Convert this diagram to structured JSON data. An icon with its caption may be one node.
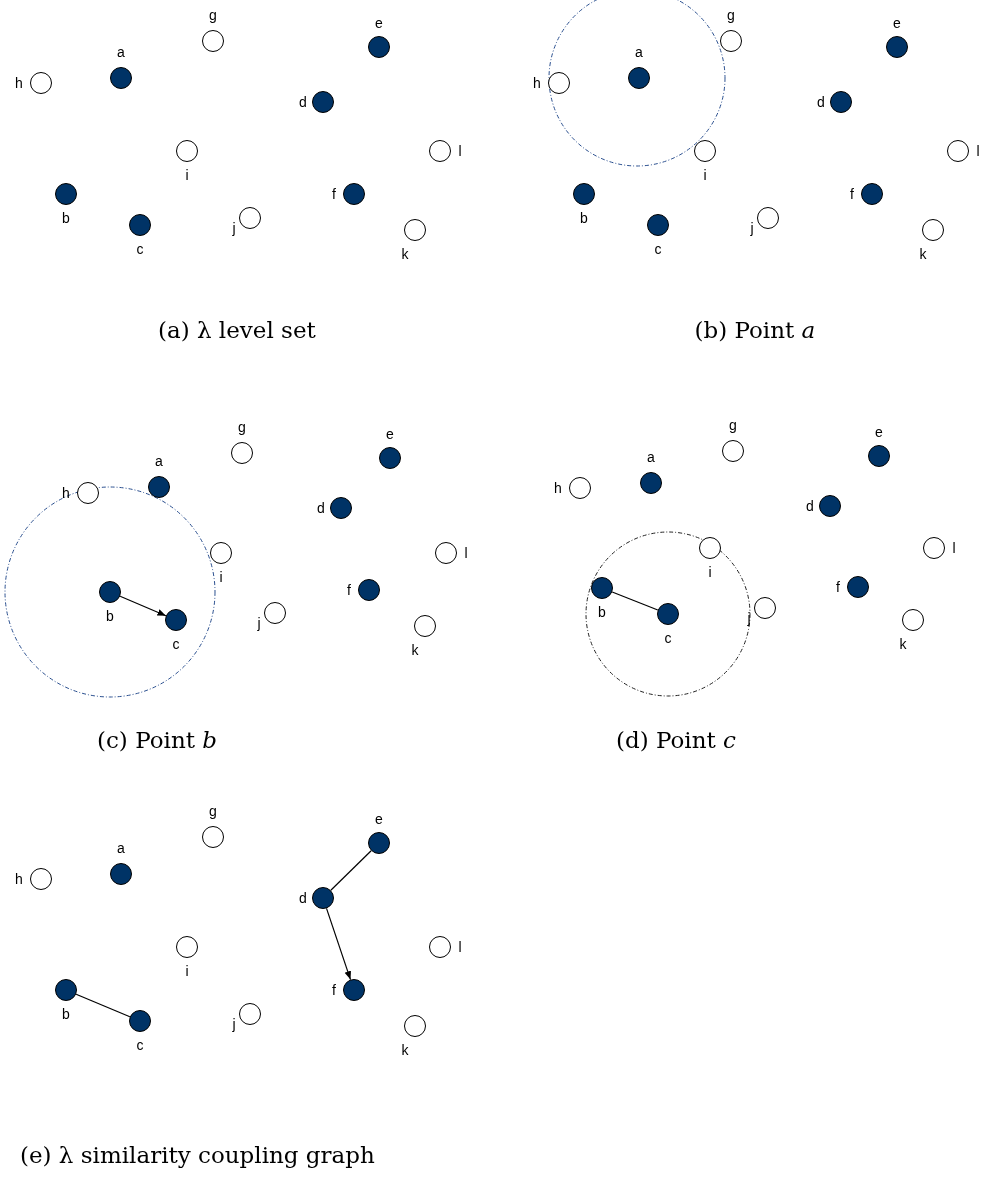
{
  "diagram": {
    "nodes": [
      {
        "text": [],
        "shape": "circle",
        "beside": [
          "a"
        ]
      },
      {
        "text": [],
        "shape": "circle",
        "beside": [
          "b"
        ]
      },
      {
        "text": [],
        "shape": "circle",
        "beside": [
          "c"
        ]
      },
      {
        "text": [],
        "shape": "circle",
        "beside": [
          "d"
        ]
      },
      {
        "text": [],
        "shape": "circle",
        "beside": [
          "e"
        ]
      },
      {
        "text": [],
        "shape": "circle",
        "beside": [
          "f"
        ]
      },
      {
        "text": [],
        "shape": "circle",
        "beside": [
          "g"
        ]
      },
      {
        "text": [],
        "shape": "circle",
        "beside": [
          "h"
        ]
      },
      {
        "text": [],
        "shape": "circle",
        "beside": [
          "i"
        ]
      },
      {
        "text": [],
        "shape": "circle",
        "beside": [
          "j"
        ]
      },
      {
        "text": [],
        "shape": "circle",
        "beside": [
          "k"
        ]
      },
      {
        "text": [],
        "shape": "circle",
        "beside": [
          "l"
        ]
      },
      {
        "text": [],
        "shape": "circle",
        "beside": [
          "a"
        ]
      },
      {
        "text": [],
        "shape": "circle",
        "beside": [
          "b"
        ]
      },
      {
        "text": [],
        "shape": "circle",
        "beside": [
          "c"
        ]
      },
      {
        "text": [],
        "shape": "circle",
        "beside": [
          "d"
        ]
      },
      {
        "text": [],
        "shape": "circle",
        "beside": [
          "e"
        ]
      },
      {
        "text": [],
        "shape": "circle",
        "beside": [
          "f"
        ]
      },
      {
        "text": [],
        "shape": "circle",
        "beside": [
          "g"
        ]
      },
      {
        "text": [],
        "shape": "circle",
        "beside": [
          "h"
        ]
      },
      {
        "text": [],
        "shape": "circle",
        "beside": [
          "i"
        ]
      },
      {
        "text": [],
        "shape": "circle",
        "beside": [
          "j"
        ]
      },
      {
        "text": [],
        "shape": "circle",
        "beside": [
          "k"
        ]
      },
      {
        "text": [],
        "shape": "circle",
        "beside": [
          "l"
        ]
      },
      {
        "text": [],
        "shape": "circle",
        "beside": [
          "a"
        ]
      },
      {
        "text": [],
        "shape": "circle",
        "beside": [
          "b"
        ]
      },
      {
        "text": [],
        "shape": "circle",
        "beside": [
          "c"
        ]
      },
      {
        "text": [],
        "shape": "circle",
        "beside": [
          "d"
        ]
      },
      {
        "text": [],
        "shape": "circle",
        "beside": [
          "e"
        ]
      },
      {
        "text": [],
        "shape": "circle",
        "beside": [
          "f"
        ]
      },
      {
        "text": [],
        "shape": "circle",
        "beside": [
          "g"
        ]
      },
      {
        "text": [],
        "shape": "circle",
        "beside": [
          "h"
        ]
      },
      {
        "text": [],
        "shape": "circle",
        "beside": [
          "i"
        ]
      },
      {
        "text": [],
        "shape": "circle",
        "beside": [
          "j"
        ]
      },
      {
        "text": [],
        "shape": "circle",
        "beside": [
          "k"
        ]
      },
      {
        "text": [],
        "shape": "circle",
        "beside": [
          "l"
        ]
      },
      {
        "text": [],
        "shape": "circle",
        "beside": [
          "a"
        ]
      },
      {
        "text": [],
        "shape": "circle",
        "beside": [
          "b"
        ]
      },
      {
        "text": [],
        "shape": "circle",
        "beside": [
          "c"
        ]
      },
      {
        "text": [],
        "shape": "circle",
        "beside": [
          "d"
        ]
      },
      {
        "text": [],
        "shape": "circle",
        "beside": [
          "e"
        ]
      },
      {
        "text": [],
        "shape": "circle",
        "beside": [
          "f"
        ]
      },
      {
        "text": [],
        "shape": "circle",
        "beside": [
          "g"
        ]
      },
      {
        "text": [],
        "shape": "circle",
        "beside": [
          "h"
        ]
      },
      {
        "text": [],
        "shape": "circle",
        "beside": [
          "i"
        ]
      },
      {
        "text": [],
        "shape": "circle",
        "beside": [
          "j"
        ]
      },
      {
        "text": [],
        "shape": "circle",
        "beside": [
          "k"
        ]
      },
      {
        "text": [],
        "shape": "circle",
        "beside": [
          "l"
        ]
      },
      {
        "text": [],
        "shape": "circle",
        "beside": [
          "a"
        ]
      },
      {
        "text": [],
        "shape": "circle",
        "beside": [
          "b"
        ]
      },
      {
        "text": [],
        "shape": "circle",
        "beside": [
          "c"
        ]
      },
      {
        "text": [],
        "shape": "circle",
        "beside": [
          "d"
        ]
      },
      {
        "text": [],
        "shape": "circle",
        "beside": [
          "e"
        ]
      },
      {
        "text": [],
        "shape": "circle",
        "beside": [
          "f"
        ]
      },
      {
        "text": [],
        "shape": "circle",
        "beside": [
          "g"
        ]
      },
      {
        "text": [],
        "shape": "circle",
        "beside": [
          "h"
        ]
      },
      {
        "text": [],
        "shape": "circle",
        "beside": [
          "i"
        ]
      },
      {
        "text": [],
        "shape": "circle",
        "beside": [
          "j"
        ]
      },
      {
        "text": [],
        "shape": "circle",
        "beside": [
          "k"
        ]
      },
      {
        "text": [],
        "shape": "circle",
        "beside": [
          "l"
        ]
      }
    ],
    "edges": [
      {
        "from": 25,
        "to": 26,
        "arrow": "to"
      },
      {
        "from": 37,
        "to": 38,
        "arrow": "none"
      },
      {
        "from": 49,
        "to": 50,
        "arrow": "none"
      },
      {
        "from": 52,
        "to": 51,
        "arrow": "none"
      },
      {
        "from": 51,
        "to": 53,
        "arrow": "to"
      }
    ],
    "labels": [
      "(a) λ level set",
      "(b) Point *a*",
      "(c) Point *b*",
      "(d) Point *c*",
      "(e) λ similarity coupling graph"
    ]
  }
}
